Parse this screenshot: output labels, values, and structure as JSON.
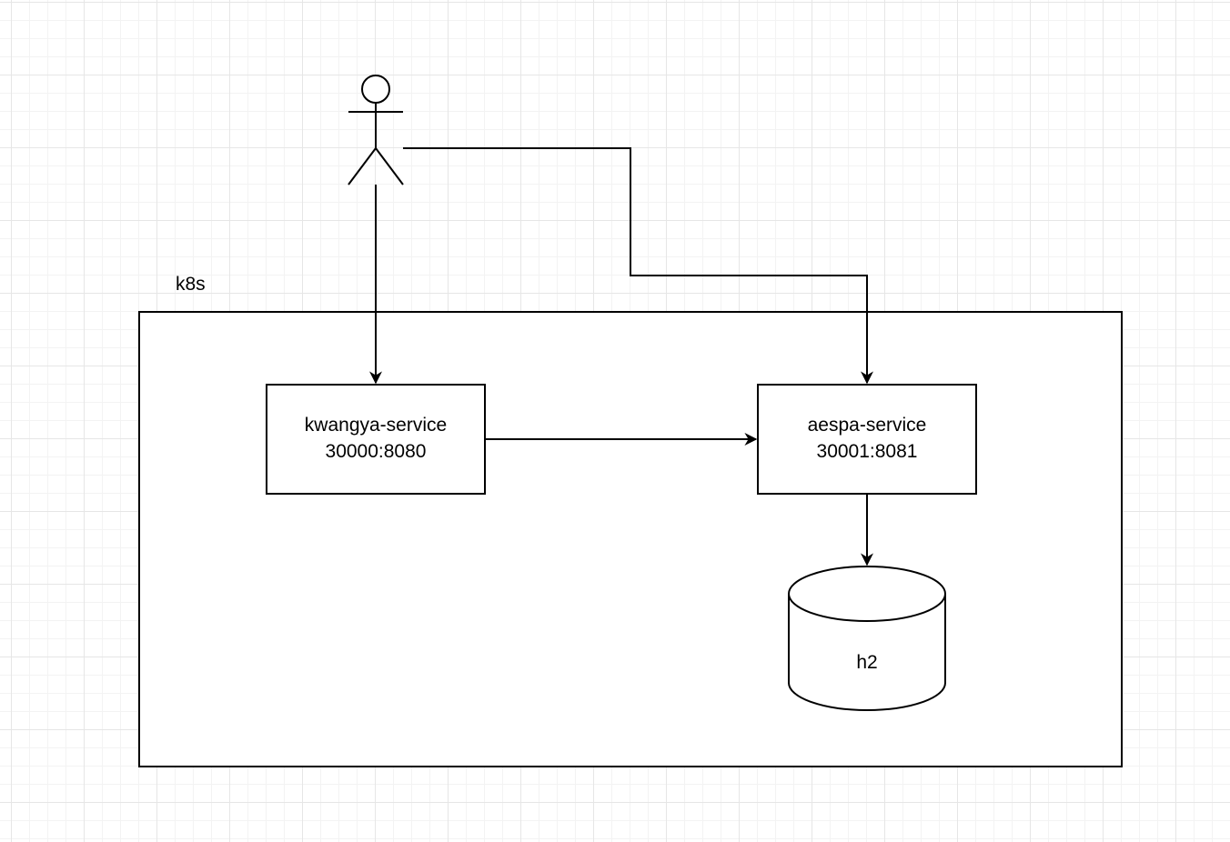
{
  "diagram": {
    "cluster": {
      "label": "k8s"
    },
    "actor": {
      "icon": "user-actor-icon"
    },
    "services": [
      {
        "name": "kwangya-service",
        "ports": "30000:8080"
      },
      {
        "name": "aespa-service",
        "ports": "30001:8081"
      }
    ],
    "database": {
      "label": "h2"
    },
    "edges": [
      {
        "from": "actor",
        "to": "kwangya-service"
      },
      {
        "from": "actor",
        "to": "aespa-service"
      },
      {
        "from": "kwangya-service",
        "to": "aespa-service"
      },
      {
        "from": "aespa-service",
        "to": "h2"
      }
    ],
    "colors": {
      "stroke": "#000000",
      "fill": "#ffffff",
      "grid_major": "#e6e6e6",
      "grid_minor": "#f3f3f3"
    }
  }
}
